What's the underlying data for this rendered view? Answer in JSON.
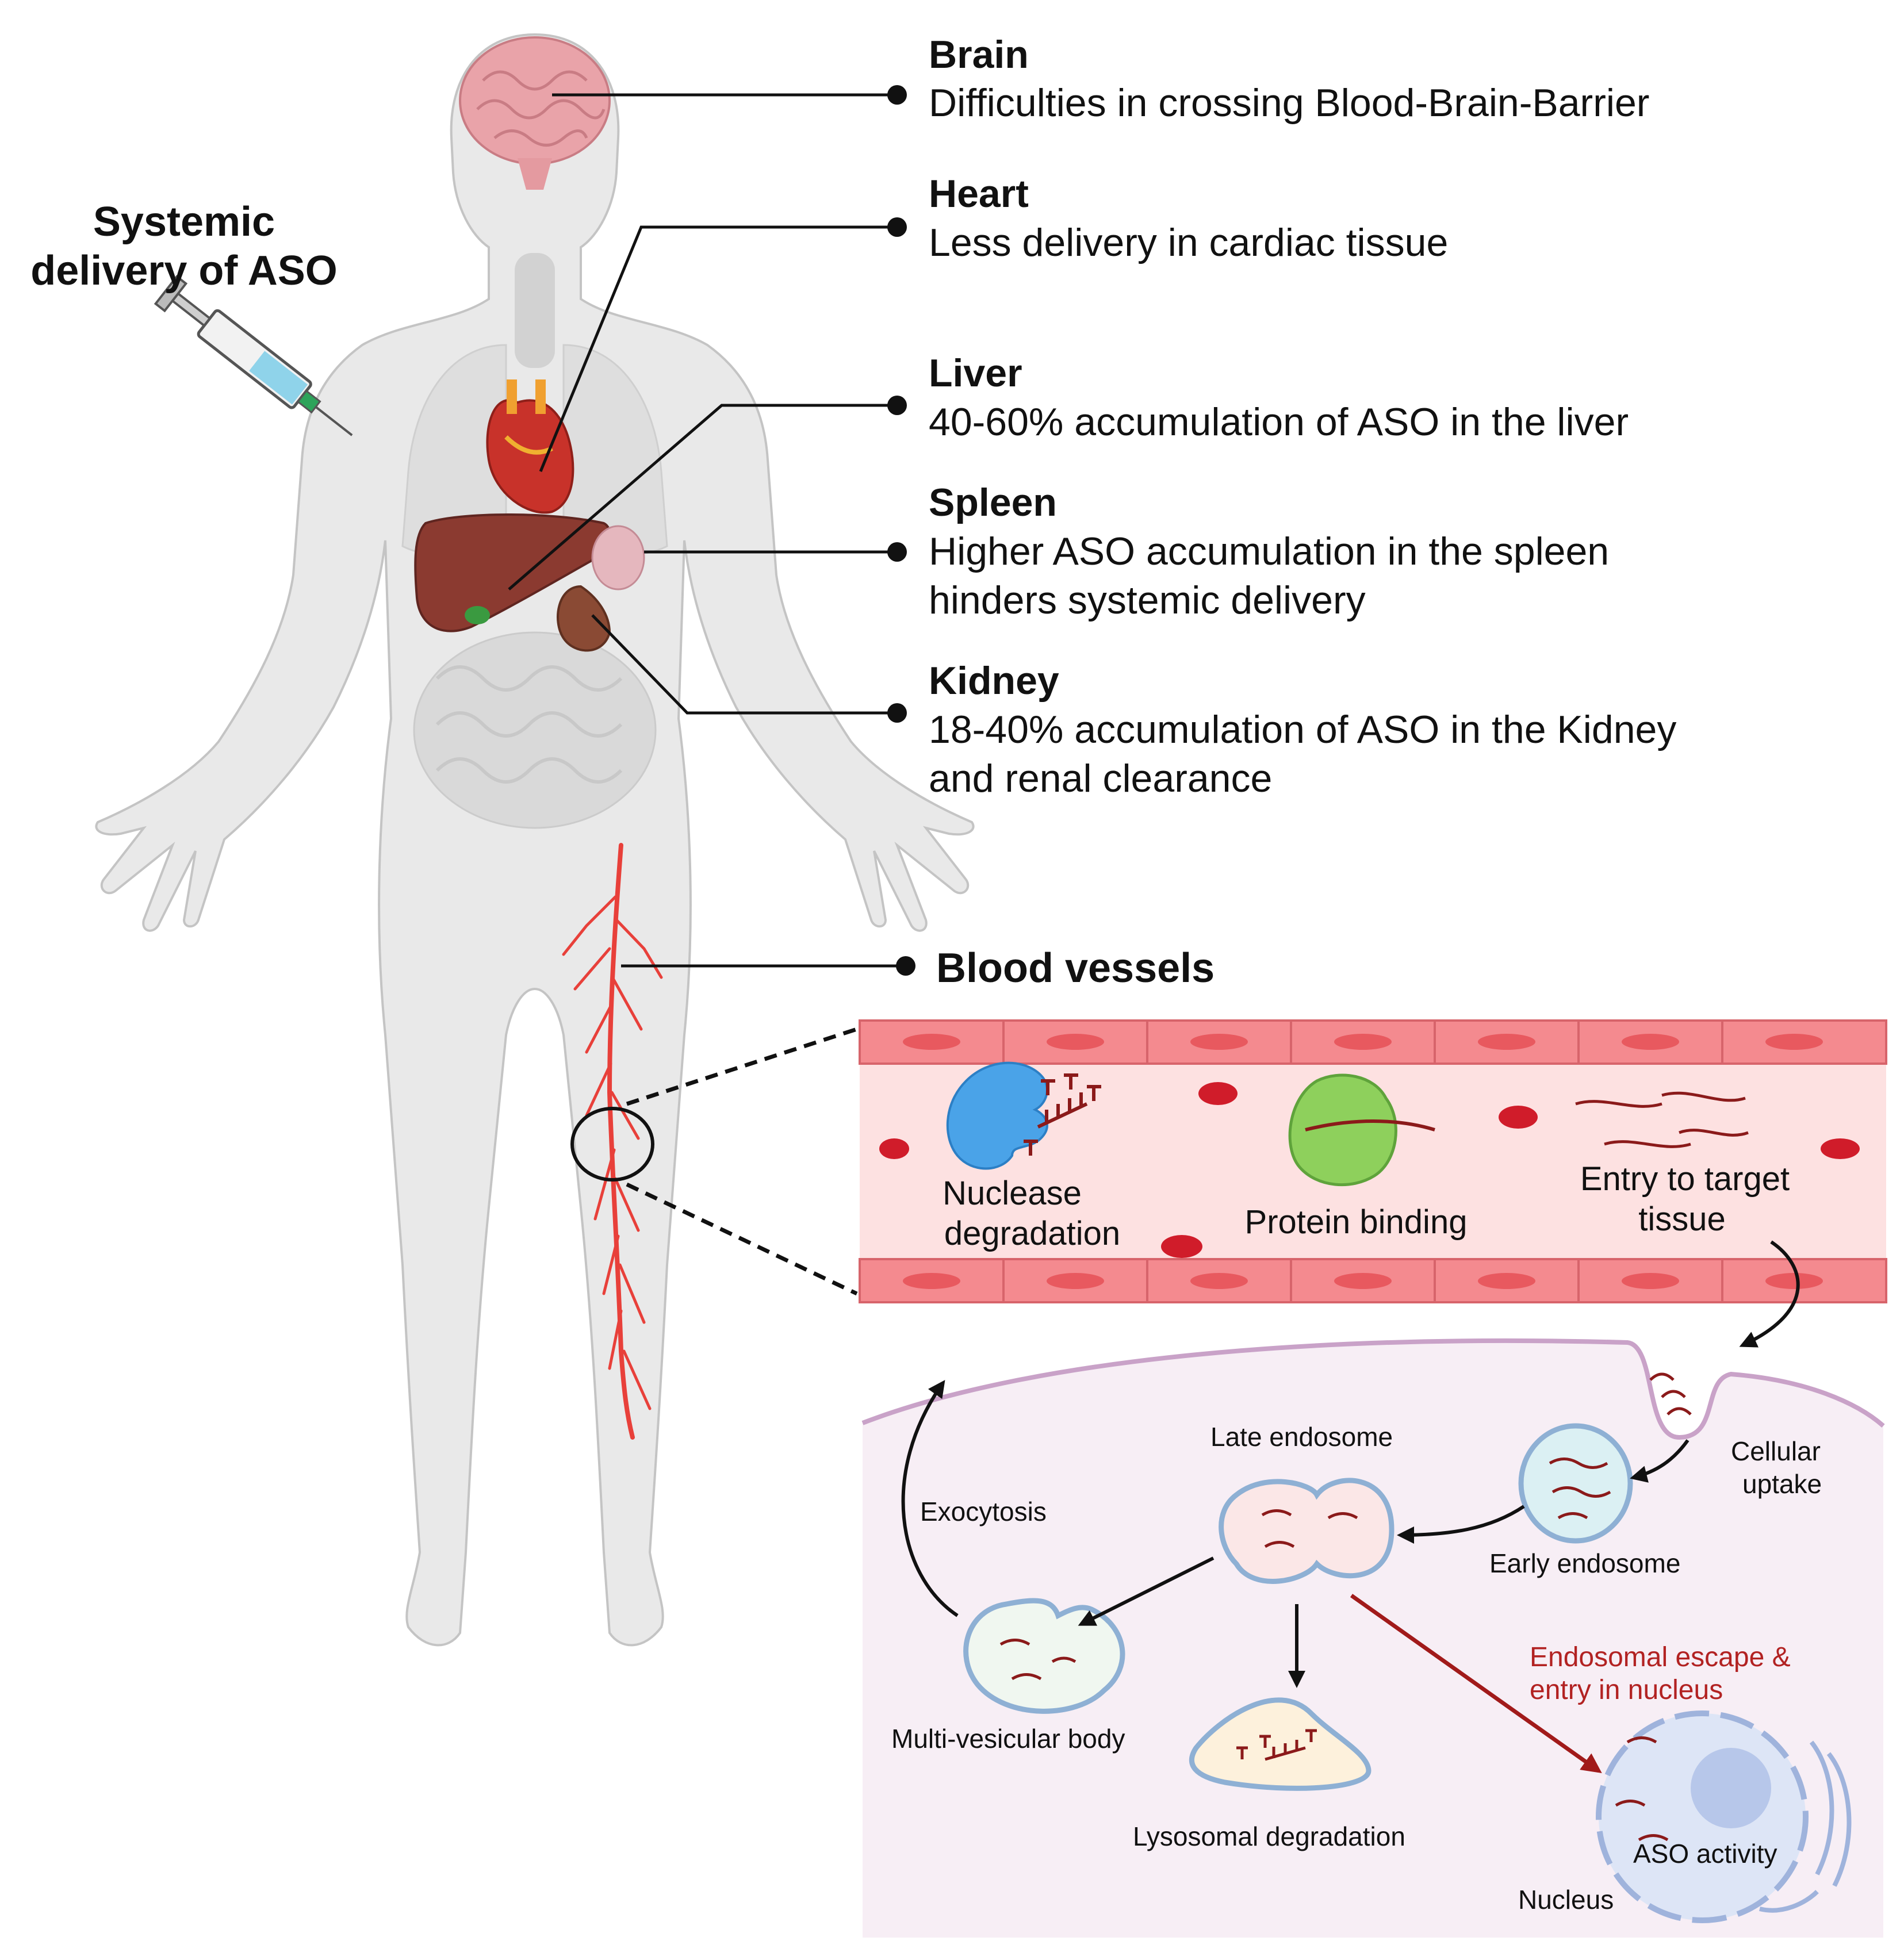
{
  "systemic_label": {
    "line1": "Systemic",
    "line2": "delivery of ASO"
  },
  "organs": [
    {
      "name": "Brain",
      "lines": [
        "Difficulties in crossing Blood-Brain-Barrier"
      ]
    },
    {
      "name": "Heart",
      "lines": [
        "Less delivery in cardiac tissue"
      ]
    },
    {
      "name": "Liver",
      "lines": [
        "40-60% accumulation of ASO in the liver"
      ]
    },
    {
      "name": "Spleen",
      "lines": [
        "Higher ASO accumulation in the spleen",
        "hinders systemic delivery"
      ]
    },
    {
      "name": "Kidney",
      "lines": [
        "18-40% accumulation of ASO in the Kidney",
        "and renal clearance"
      ]
    }
  ],
  "blood_vessels_label": "Blood vessels",
  "vessel": {
    "nuclease": [
      "Nuclease",
      "degradation"
    ],
    "protein_binding": "Protein binding",
    "entry": [
      "Entry to target",
      "tissue"
    ]
  },
  "cell": {
    "cellular_uptake": [
      "Cellular",
      "uptake"
    ],
    "early_endosome": "Early endosome",
    "late_endosome": "Late endosome",
    "exocytosis": "Exocytosis",
    "multivesicular_body": "Multi-vesicular body",
    "lysosomal_degradation": "Lysosomal degradation",
    "escape": [
      "Endosomal escape &",
      "entry in nucleus"
    ],
    "aso_activity": "ASO activity",
    "nucleus": "Nucleus"
  },
  "colors": {
    "body_fill": "#e8e8e8",
    "brain": "#e8a0a6",
    "heart": "#c8322a",
    "liver": "#8b3a30",
    "vessel_red": "#e8403a",
    "vessel_wall": "#f48a8f",
    "vessel_lumen": "#fde2e2",
    "cell_bg": "#f7eef5",
    "endosome_blue": "#8eb0d4",
    "escape_red": "#b22222",
    "nucleus": "#c5d3ee"
  }
}
